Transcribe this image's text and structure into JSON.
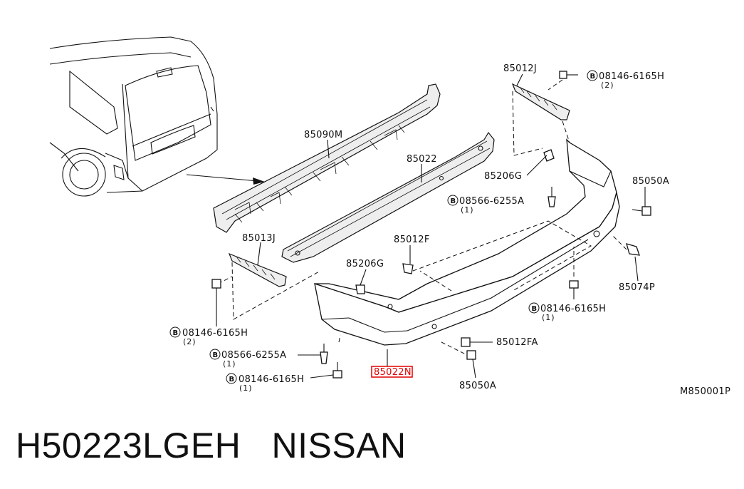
{
  "diagram": {
    "labels": {
      "p85012J": "85012J",
      "p85090M": "85090M",
      "p85022": "85022",
      "p85206G_top": "85206G",
      "p85050A_right": "85050A",
      "p85013J": "85013J",
      "p85012F": "85012F",
      "p85206G_mid": "85206G",
      "p85074P": "85074P",
      "p85012FA": "85012FA",
      "p85050A_bottom": "85050A",
      "p85022N": "85022N",
      "bolt_top": "08146-6165H",
      "bolt_top_qty": "(2)",
      "clip_top": "08566-6255A",
      "clip_top_qty": "(1)",
      "bolt_right": "08146-6165H",
      "bolt_right_qty": "(1)",
      "bolt_left": "08146-6165H",
      "bolt_left_qty": "(2)",
      "clip_bottom": "08566-6255A",
      "clip_bottom_qty": "(1)",
      "bolt_bottom": "08146-6165H",
      "bolt_bottom_qty": "(1)",
      "circle_b": "B",
      "ref_code": "M850001P"
    },
    "highlight_color": "#e00000"
  },
  "caption": {
    "part_number": "H50223LGEH",
    "brand": "NISSAN"
  }
}
